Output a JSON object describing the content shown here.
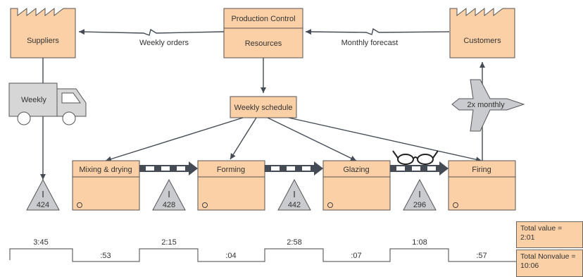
{
  "suppliers": {
    "label": "Suppliers"
  },
  "customers": {
    "label": "Customers"
  },
  "production_control": {
    "title": "Production Control",
    "subtitle": "Resources"
  },
  "weekly_orders": "Weekly orders",
  "monthly_forecast": "Monthly forecast",
  "truck_label": "Weekly",
  "weekly_schedule": "Weekly schedule",
  "airplane_label": "2x monthly",
  "processes": [
    {
      "label": "Mixing & drying"
    },
    {
      "label": "Forming"
    },
    {
      "label": "Glazing"
    },
    {
      "label": "Firing"
    }
  ],
  "inventory": [
    {
      "symbol": "I",
      "count": "424"
    },
    {
      "symbol": "I",
      "count": "428"
    },
    {
      "symbol": "I",
      "count": "442"
    },
    {
      "symbol": "I",
      "count": "296"
    }
  ],
  "timeline": {
    "upper": [
      "3:45",
      "2:15",
      "2:58",
      "1:08"
    ],
    "lower": [
      ":53",
      ":04",
      ":07",
      ":57"
    ]
  },
  "totals": {
    "value_label": "Total value =",
    "value": "2:01",
    "nonvalue_label": "Total Nonvalue =",
    "nonvalue": "10:06"
  },
  "colors": {
    "box_fill": "#fbd0a6",
    "connector": "#454b55",
    "inventory_fill": "#c9cbce"
  }
}
